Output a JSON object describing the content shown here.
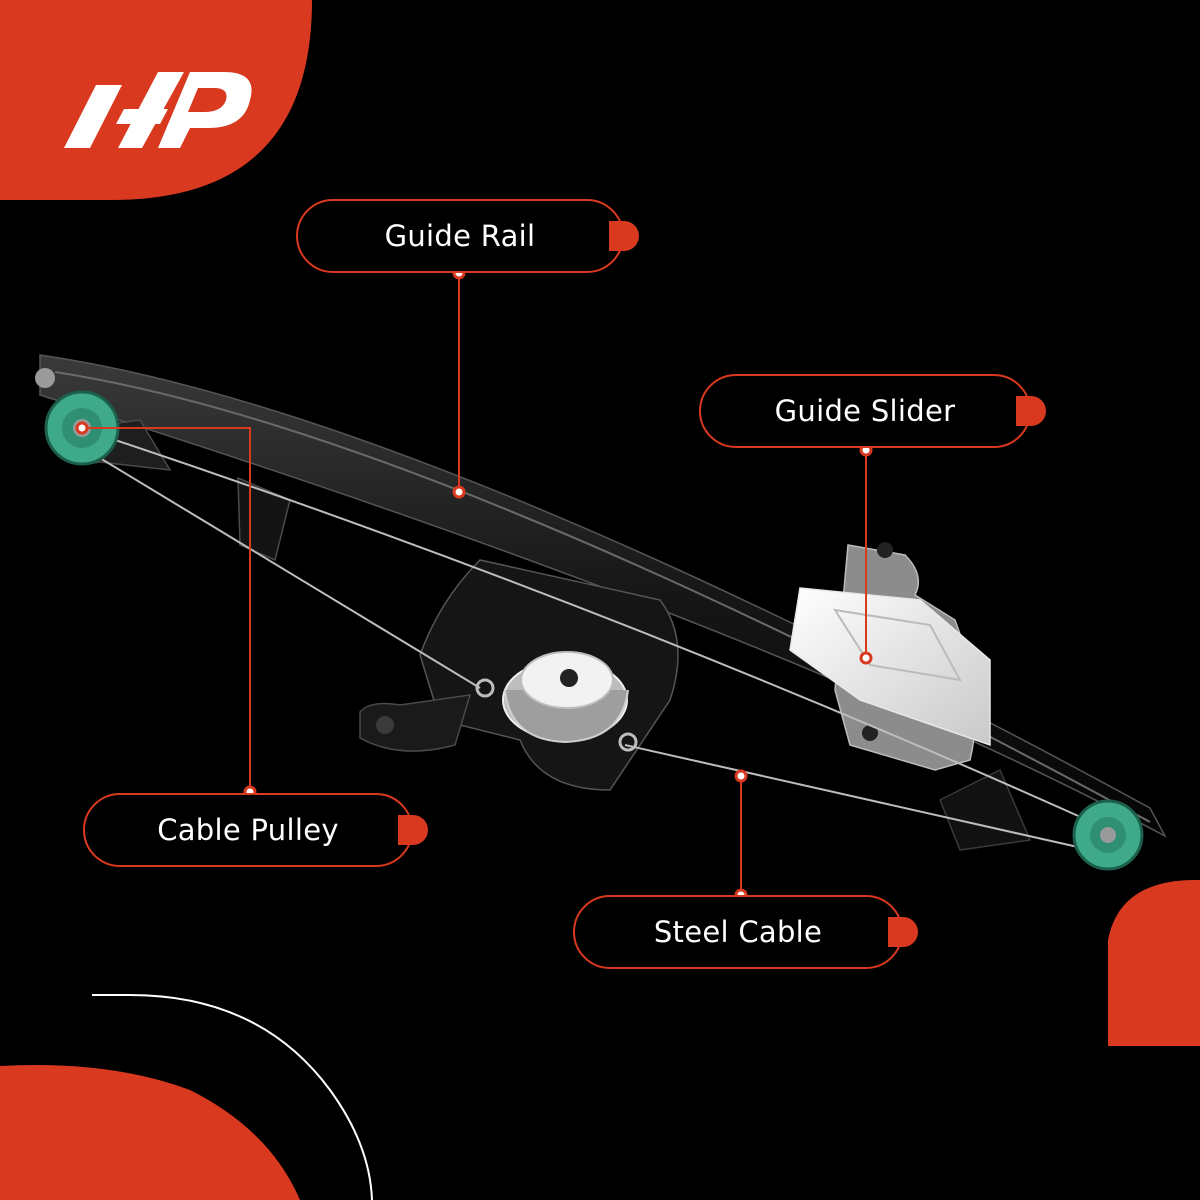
{
  "colors": {
    "accent": "#d9391f",
    "background": "#000000",
    "text": "#ffffff"
  },
  "brand": {
    "logo_icon": "ap-logo-icon"
  },
  "callouts": {
    "guide_rail": "Guide Rail",
    "guide_slider": "Guide Slider",
    "cable_pulley": "Cable Pulley",
    "steel_cable": "Steel Cable"
  }
}
